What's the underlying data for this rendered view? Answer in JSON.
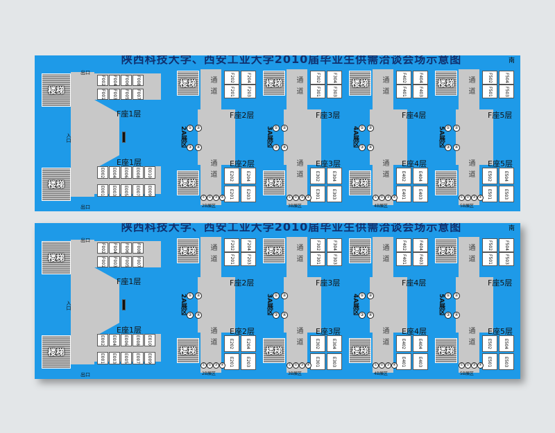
{
  "title": "陕西科技大学、西安工业大学2010届毕业生供需洽谈会场示意图",
  "south_label": "南",
  "left_block": {
    "stairs_label": "楼梯",
    "exit_label": "出口",
    "entrance_label": "入口",
    "f_floor": "F座1层",
    "e_floor": "E座1层",
    "f_top_booths": [
      "F002",
      "F004",
      "F006",
      "F008"
    ],
    "f_bottom_booths": [
      "F001",
      "F003",
      "F005",
      "F007"
    ],
    "e_top_booths": [
      "E002",
      "E004",
      "E006",
      "E008",
      "E010"
    ],
    "e_bottom_booths": [
      "E001",
      "E003",
      "E005",
      "E007",
      "E009"
    ]
  },
  "corridor_label": "通道",
  "blocks": [
    {
      "f_floor": "F座2层",
      "e_floor": "E座2层",
      "area": "2A展区",
      "bottom_area": "2B展区",
      "stairs": "楼梯",
      "f_booths": [
        "F202",
        "F204",
        "F201",
        "F203"
      ],
      "e_booths": [
        "E202",
        "E204",
        "E201",
        "E203"
      ]
    },
    {
      "f_floor": "F座3层",
      "e_floor": "E座3层",
      "area": "3A展区",
      "bottom_area": "3B展区",
      "stairs": "楼梯",
      "f_booths": [
        "F302",
        "F304",
        "F301",
        "F303"
      ],
      "e_booths": [
        "E302",
        "E304",
        "E301",
        "E303"
      ]
    },
    {
      "f_floor": "F座4层",
      "e_floor": "E座4层",
      "area": "4A展区",
      "bottom_area": "4B展区",
      "stairs": "楼梯",
      "f_booths": [
        "F402",
        "F404",
        "F401",
        "F403"
      ],
      "e_booths": [
        "E402",
        "E404",
        "E401",
        "E403"
      ]
    },
    {
      "f_floor": "F座5层",
      "e_floor": "E座5层",
      "area": "5A展区",
      "bottom_area": "5B展区",
      "stairs": "楼梯",
      "f_booths": [
        "F502",
        "F504",
        "F501",
        "F503"
      ],
      "e_booths": [
        "E502",
        "E504",
        "E501",
        "E503"
      ]
    }
  ],
  "circle_numbers": [
    "①",
    "②",
    "③",
    "④"
  ],
  "colors": {
    "background": "#1e9ae8",
    "corridor": "#c8c8c8",
    "stairs": "#8e8e8e",
    "title": "#10306e"
  }
}
